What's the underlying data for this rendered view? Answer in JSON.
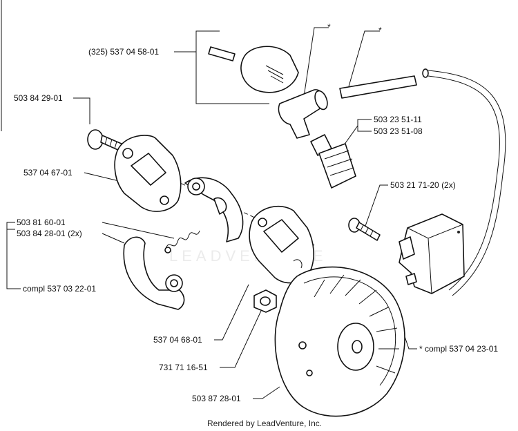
{
  "labels": {
    "cap_pin": "(325) 537 04 58-01",
    "star_left": "*",
    "star_right": "*",
    "bolt_top": "503 84 29-01",
    "plug_a": "503 23 51-11",
    "plug_b": "503 23 51-08",
    "plate_left": "537 04 67-01",
    "screw_coil": "503 21 71-20 (2x)",
    "spring": "503 81 60-01",
    "washer_2x": "503 84 28-01 (2x)",
    "compl_clutch": "compl 537 03 22-01",
    "compl_coil": "* compl 537 04 23-01",
    "plate_right": "537 04 68-01",
    "nut": "731 71 16-51",
    "flywheel": "503 87 28-01"
  },
  "footer": "Rendered by LeadVenture, Inc.",
  "watermark": "LEADVENTURE"
}
